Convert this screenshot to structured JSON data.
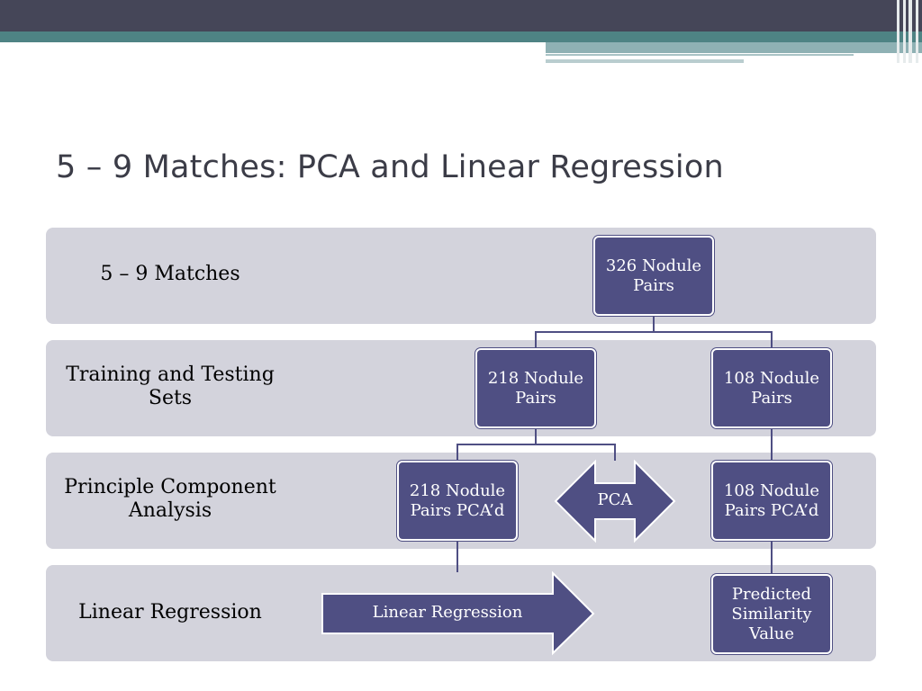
{
  "slide": {
    "title": "5 – 9 Matches: PCA and Linear Regression"
  },
  "rows": [
    {
      "label": "5 – 9 Matches"
    },
    {
      "label": "Training and Testing Sets"
    },
    {
      "label": "Principle Component Analysis"
    },
    {
      "label": "Linear Regression"
    }
  ],
  "nodes": {
    "root": "326 Nodule Pairs",
    "train": "218 Nodule Pairs",
    "test": "108 Nodule Pairs",
    "train_pca": "218 Nodule Pairs PCA’d",
    "test_pca": "108 Nodule Pairs PCA’d",
    "result": "Predicted Similarity Value"
  },
  "arrows": {
    "pca": "PCA",
    "linear_regression": "Linear Regression"
  },
  "colors": {
    "node_fill": "#4f4f83",
    "band_fill": "#d3d3dc",
    "connector": "#4f4f83",
    "header_dark": "#454658",
    "header_teal": "#4e8384"
  }
}
